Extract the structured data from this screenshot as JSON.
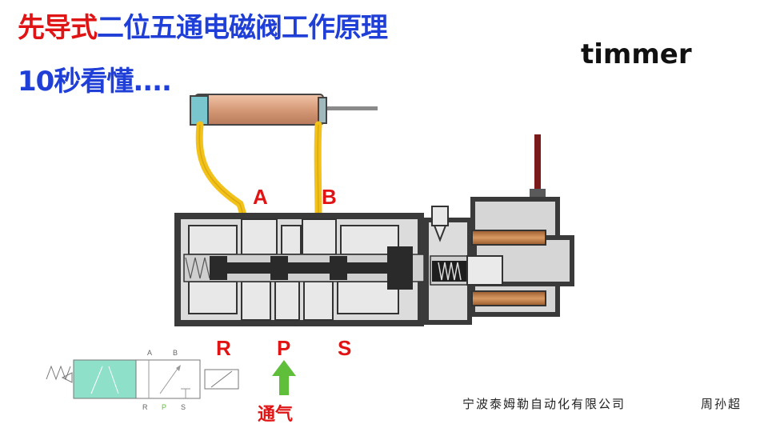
{
  "title": {
    "part1": "先导式",
    "part2": "二位五通电磁阀工作原理"
  },
  "subtitle": "10秒看懂....",
  "brand": "timmer",
  "ports": {
    "a": "A",
    "b": "B",
    "r": "R",
    "p": "P",
    "s": "S"
  },
  "air_in_label": "通气",
  "company": "宁波泰姆勒自动化有限公司",
  "author": "周孙超",
  "symbol_labels": {
    "a": "A",
    "b": "B",
    "r": "R",
    "p": "P",
    "s": "S"
  },
  "colors": {
    "title_red": "#e01414",
    "title_blue": "#1f3fd6",
    "hose_yellow": "#f2c21a",
    "air_arrow": "#5fbf3a",
    "valve_fill": "#e3e3e3",
    "cylinder_copper": "#d9a07f",
    "symbol_green": "#8fe0c9"
  }
}
